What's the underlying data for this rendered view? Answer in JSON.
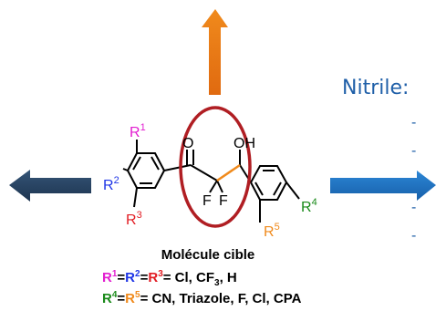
{
  "nitrile": {
    "title": "Nitrile:",
    "bullets": [
      "-",
      "-",
      "-",
      "-"
    ]
  },
  "molecule": {
    "caption": "Molécule cible",
    "atoms": {
      "o": "O",
      "oh": "OH",
      "f": "F",
      "r1": "R",
      "r1_sup": "1",
      "r2": "R",
      "r2_sup": "2",
      "r3": "R",
      "r3_sup": "3",
      "r4": "R",
      "r4_sup": "4",
      "r5": "R",
      "r5_sup": "5"
    }
  },
  "legend": {
    "line1": {
      "r": "R",
      "s1": "1",
      "eq1": "=",
      "s2": "2",
      "eq2": "=",
      "s3": "3",
      "value": "= Cl, CF",
      "sub": "3",
      "tail": ", H"
    },
    "line2": {
      "r": "R",
      "s4": "4",
      "eq": "=",
      "s5": "5",
      "value": "= CN, Triazole, F, Cl, CPA"
    }
  },
  "colors": {
    "arrow_up": "#ec7a1c",
    "arrow_left": "#27415f",
    "arrow_right": "#1f73c4",
    "ellipse": "#b01e23",
    "r1": "#e21ed0",
    "r2": "#1e35e6",
    "r3": "#e21c23",
    "r4": "#1a8a1a",
    "r5": "#f08a1c",
    "highlight_bond": "#f08a1c"
  }
}
